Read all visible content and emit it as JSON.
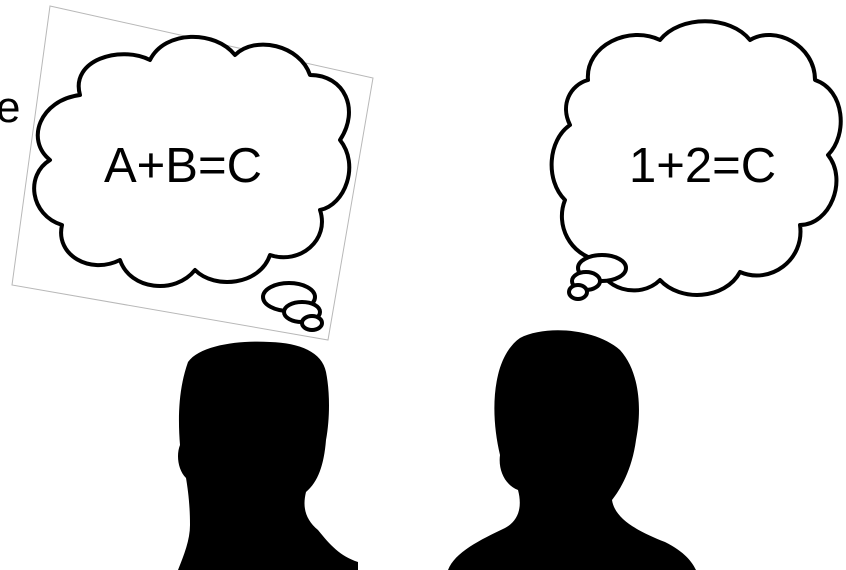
{
  "edge_text": "e",
  "left_thought": {
    "text": "A+B=C"
  },
  "right_thought": {
    "text": "1+2=C"
  },
  "colors": {
    "ink": "#000000",
    "background": "#ffffff",
    "frame": "#b8b8b8"
  },
  "icons": {
    "left_person": "person-silhouette-icon",
    "right_person": "person-silhouette-icon",
    "left_bubble": "thought-bubble-icon",
    "right_bubble": "thought-bubble-icon"
  }
}
